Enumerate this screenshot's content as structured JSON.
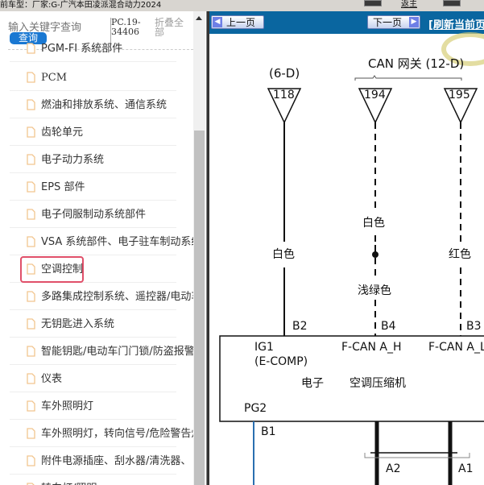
{
  "topbar": {
    "model_text": "前车型：厂家:G-广汽本田凌派混合动力2024",
    "button_label": "返主"
  },
  "left_panel": {
    "search": {
      "placeholder": "输入关键字查询",
      "button_label": "查询"
    },
    "pc_code": "PC.19-34406",
    "collapse_all_label": "折叠全部",
    "items": [
      {
        "label": "PGM-FI 系统部件"
      },
      {
        "label": "PCM"
      },
      {
        "label": "燃油和排放系统、通信系统"
      },
      {
        "label": "齿轮单元"
      },
      {
        "label": "电子动力系统"
      },
      {
        "label": "EPS 部件"
      },
      {
        "label": "电子伺服制动系统部件"
      },
      {
        "label": "VSA 系统部件、电子驻车制动系统"
      },
      {
        "label": "空调控制"
      },
      {
        "label": "多路集成控制系统、遥控器/电动车窗"
      },
      {
        "label": "无钥匙进入系统"
      },
      {
        "label": "智能钥匙/电动车门门锁/防盗报警"
      },
      {
        "label": "仪表"
      },
      {
        "label": "车外照明灯"
      },
      {
        "label": "车外照明灯，转向信号/危险警告灯"
      },
      {
        "label": "附件电源插座、刮水器/清洗器、"
      },
      {
        "label": "转向灯/照明"
      }
    ],
    "selected_index": 8,
    "highlight_color": "#e0506a"
  },
  "right_panel": {
    "nav": {
      "prev_label": "上一页",
      "next_label": "下一页",
      "refresh_label": "[刷新当前页]",
      "bar_color": "#0a66a0"
    },
    "diagram": {
      "connector_labels": {
        "left_group": "(6-D)",
        "right_group": "CAN 网关 (12-D)"
      },
      "terminals": [
        "118",
        "194",
        "195"
      ],
      "wire_colors": {
        "wire_118": "白色",
        "wire_194_upper": "白色",
        "wire_194_lower": "浅绿色",
        "wire_195": "红色"
      },
      "pins_top": [
        "B2",
        "B4",
        "B3"
      ],
      "component": {
        "pin_ig1": "IG1",
        "pin_ig1_sub": "(E-COMP)",
        "pin_fcan_h": "F-CAN A_H",
        "pin_fcan_l": "F-CAN A_L",
        "name_part1": "电子",
        "name_part2": "空调压缩机",
        "pin_pg2": "PG2"
      },
      "pins_bottom": [
        "B1",
        "A2",
        "A1"
      ]
    }
  }
}
